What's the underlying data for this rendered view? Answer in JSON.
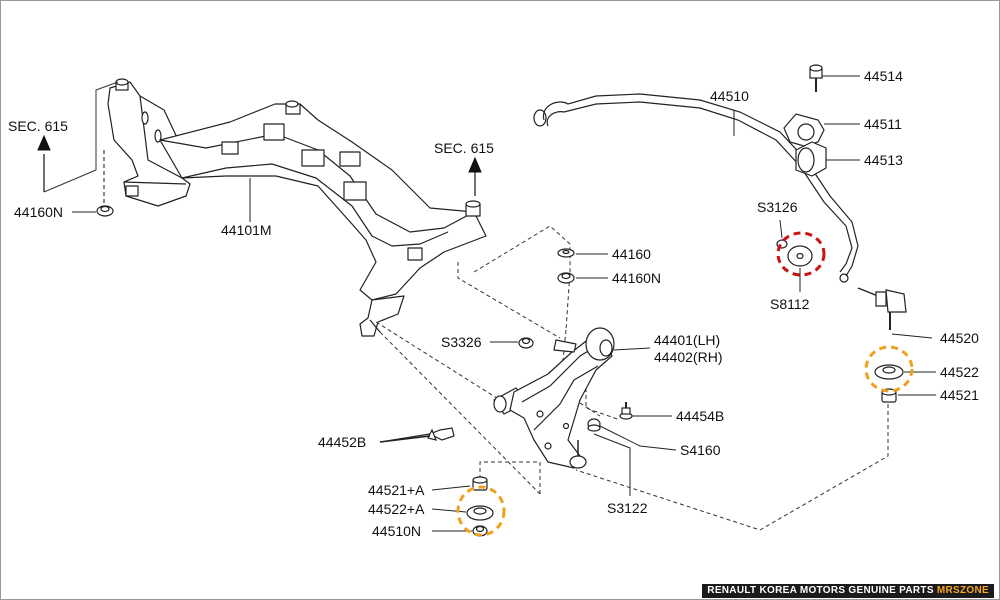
{
  "labels": {
    "sec_615_left": "SEC. 615",
    "sec_615_right": "SEC. 615",
    "p44160N_left": "44160N",
    "p44101M": "44101M",
    "p44160": "44160",
    "p44160N": "44160N",
    "pS3326": "S3326",
    "p44401": "44401(LH)",
    "p44402": "44402(RH)",
    "p44454B": "44454B",
    "p44452B": "44452B",
    "pS4160": "S4160",
    "pS3122": "S3122",
    "p44521A": "44521+A",
    "p44522A": "44522+A",
    "p44510N": "44510N",
    "p44510": "44510",
    "p44514": "44514",
    "p44511": "44511",
    "p44513": "44513",
    "pS3126": "S3126",
    "pS8112": "S8112",
    "p44520": "44520",
    "p44522": "44522",
    "p44521": "44521"
  },
  "footer": {
    "text": "RENAULT KOREA MOTORS GENUINE PARTS ",
    "brand": "MRSZONE"
  },
  "colors": {
    "line": "#222222",
    "highlight_red": "#cc1111",
    "highlight_orange": "#f0a020",
    "footer_bg": "#1b1b1b",
    "footer_brand": "#f5a623"
  }
}
